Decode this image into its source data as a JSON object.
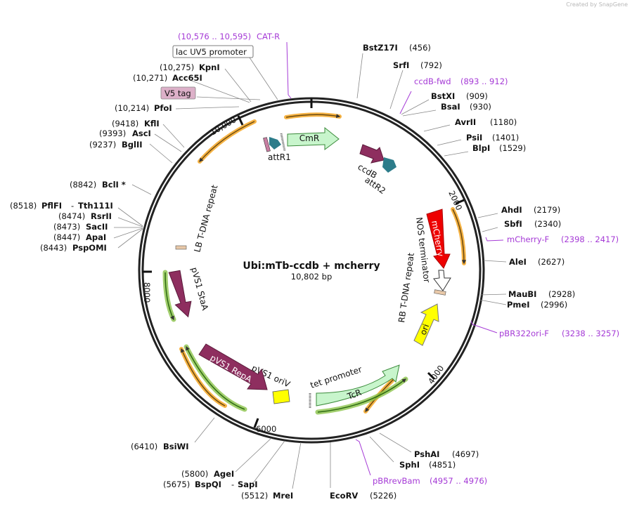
{
  "credit": "Created by SnapGene",
  "title": "Ubi:mTb-ccdb + mcherry",
  "size": "10,802 bp",
  "ticks": [
    "2000",
    "4000",
    "6000",
    "8000",
    "10,000"
  ],
  "enzymes": {
    "bstz17i": {
      "name": "BstZ17I",
      "pos": "(456)"
    },
    "srfi": {
      "name": "SrfI",
      "pos": "(792)"
    },
    "bstxi": {
      "name": "BstXI",
      "pos": "(909)"
    },
    "bsai": {
      "name": "BsaI",
      "pos": "(930)"
    },
    "avrii": {
      "name": "AvrII",
      "pos": "(1180)"
    },
    "psii": {
      "name": "PsiI",
      "pos": "(1401)"
    },
    "blpi": {
      "name": "BlpI",
      "pos": "(1529)"
    },
    "ahdi": {
      "name": "AhdI",
      "pos": "(2179)"
    },
    "sbfi": {
      "name": "SbfI",
      "pos": "(2340)"
    },
    "alei": {
      "name": "AleI",
      "pos": "(2627)"
    },
    "maubi": {
      "name": "MauBI",
      "pos": "(2928)"
    },
    "pmei": {
      "name": "PmeI",
      "pos": "(2996)"
    },
    "pshai": {
      "name": "PshAI",
      "pos": "(4697)"
    },
    "sphi": {
      "name": "SphI",
      "pos": "(4851)"
    },
    "ecorv": {
      "name": "EcoRV",
      "pos": "(5226)"
    },
    "brei": {
      "name": "MreI",
      "pos": "(5512)"
    },
    "bspqi": {
      "name": "BspQI",
      "pos": "(5675)"
    },
    "sapi": {
      "name": "SapI"
    },
    "agei": {
      "name": "AgeI",
      "pos": "(5800)"
    },
    "bsiwi": {
      "name": "BsiWI",
      "pos": "(6410)"
    },
    "pspomi": {
      "name": "PspOMI",
      "pos": "(8443)"
    },
    "apai": {
      "name": "ApaI",
      "pos": "(8447)"
    },
    "sacii": {
      "name": "SacII",
      "pos": "(8473)"
    },
    "rsrii": {
      "name": "RsrII",
      "pos": "(8474)"
    },
    "pflfi": {
      "name": "PflFI",
      "pos": "(8518)"
    },
    "tth111i": {
      "name": "Tth111I"
    },
    "bcli": {
      "name": "BclI *",
      "pos": "(8842)"
    },
    "bglii": {
      "name": "BglII",
      "pos": "(9237)"
    },
    "asci": {
      "name": "AscI",
      "pos": "(9393)"
    },
    "kfli": {
      "name": "KflI",
      "pos": "(9418)"
    },
    "pfoi": {
      "name": "PfoI",
      "pos": "(10,214)"
    },
    "acc65i": {
      "name": "Acc65I",
      "pos": "(10,271)"
    },
    "kpni": {
      "name": "KpnI",
      "pos": "(10,275)"
    }
  },
  "primers": {
    "catr": {
      "range": "(10,576 .. 10,595)",
      "name": "CAT-R"
    },
    "ccdbfwd": {
      "name": "ccdB-fwd",
      "range": "(893 .. 912)"
    },
    "mcherryf": {
      "name": "mCherry-F",
      "range": "(2398 .. 2417)"
    },
    "pbr322orif": {
      "name": "pBR322ori-F",
      "range": "(3238 .. 3257)"
    },
    "pbrrevbam": {
      "name": "pBRrevBam",
      "range": "(4957 .. 4976)"
    }
  },
  "boxed": {
    "lacuv5": "lac UV5 promoter",
    "v5tag": "V5 tag"
  },
  "features": {
    "cmr": "CmR",
    "attr1": "attR1",
    "ccdb": "ccdB",
    "attr2": "attR2",
    "mcherry": "mCherry",
    "nos": "NOS terminator",
    "rb": "RB T-DNA repeat",
    "ori": "ori",
    "tcr": "TcR",
    "tet": "tet promoter",
    "pvs1oriv": "pVS1 oriV",
    "repa": "pVS1 RepA",
    "staa": "pVS1 StaA",
    "lb": "LB T-DNA repeat"
  },
  "colors": {
    "orf_halo": "#f5a623",
    "marker_halo": "#8bc34a",
    "cmr_fill": "#c8f5cc",
    "ccdb_fill": "#8e2e5f",
    "attr_fill": "#2c7c8a",
    "mcherry_fill": "#ee0000",
    "ori_fill": "#ffff00",
    "primer": "#a53ad6"
  }
}
